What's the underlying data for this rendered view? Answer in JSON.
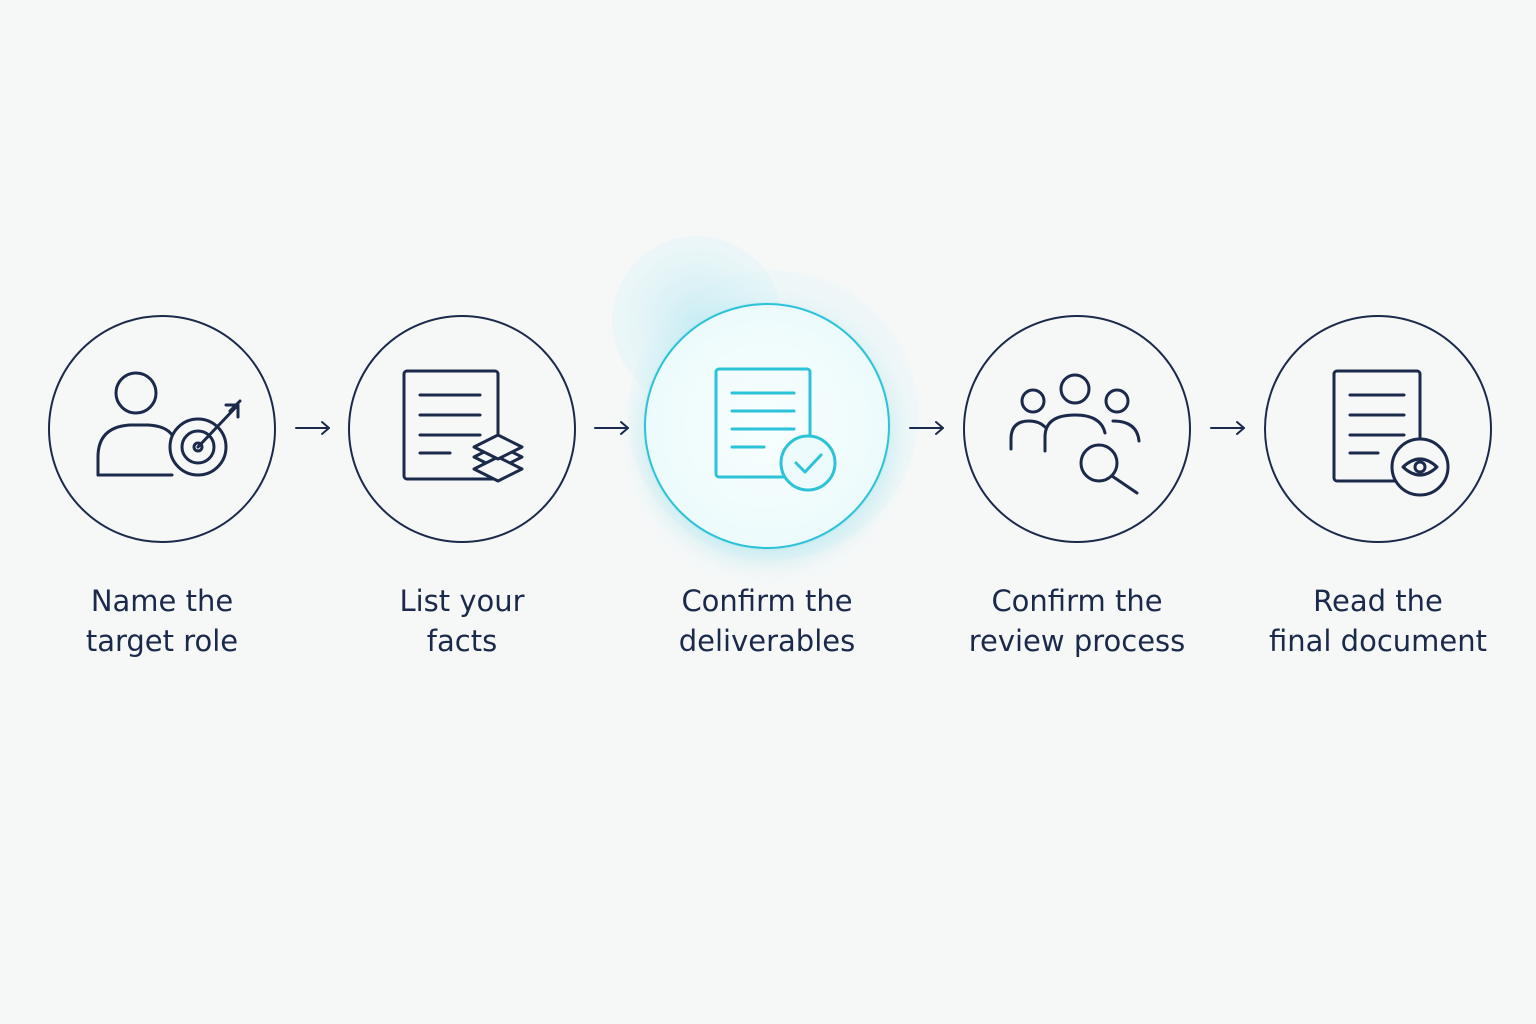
{
  "steps": [
    {
      "line1": "Name the",
      "line2": "target role",
      "icon": "person-target-icon",
      "active": false
    },
    {
      "line1": "List your",
      "line2": "facts",
      "icon": "document-layers-icon",
      "active": false
    },
    {
      "line1": "Confirm the",
      "line2": "deliverables",
      "icon": "document-check-icon",
      "active": true
    },
    {
      "line1": "Confirm the",
      "line2": "review process",
      "icon": "people-search-icon",
      "active": false
    },
    {
      "line1": "Read the",
      "line2": "final document",
      "icon": "document-eye-icon",
      "active": false
    }
  ],
  "colors": {
    "ink": "#1b2a4a",
    "accent": "#2cc3d8",
    "background": "#f6f8f8"
  }
}
